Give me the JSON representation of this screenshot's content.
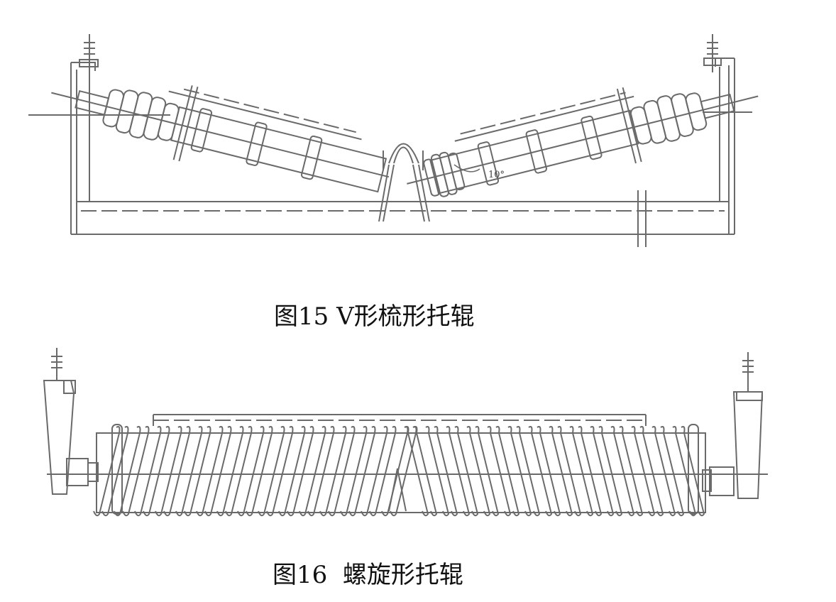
{
  "figures": [
    {
      "caption": "图15 V形梳形托辊",
      "angle_label": "10°"
    },
    {
      "caption": "图16  螺旋形托辊"
    }
  ],
  "colors": {
    "line": "#6a6a6a",
    "text": "#111111",
    "background": "#ffffff"
  }
}
